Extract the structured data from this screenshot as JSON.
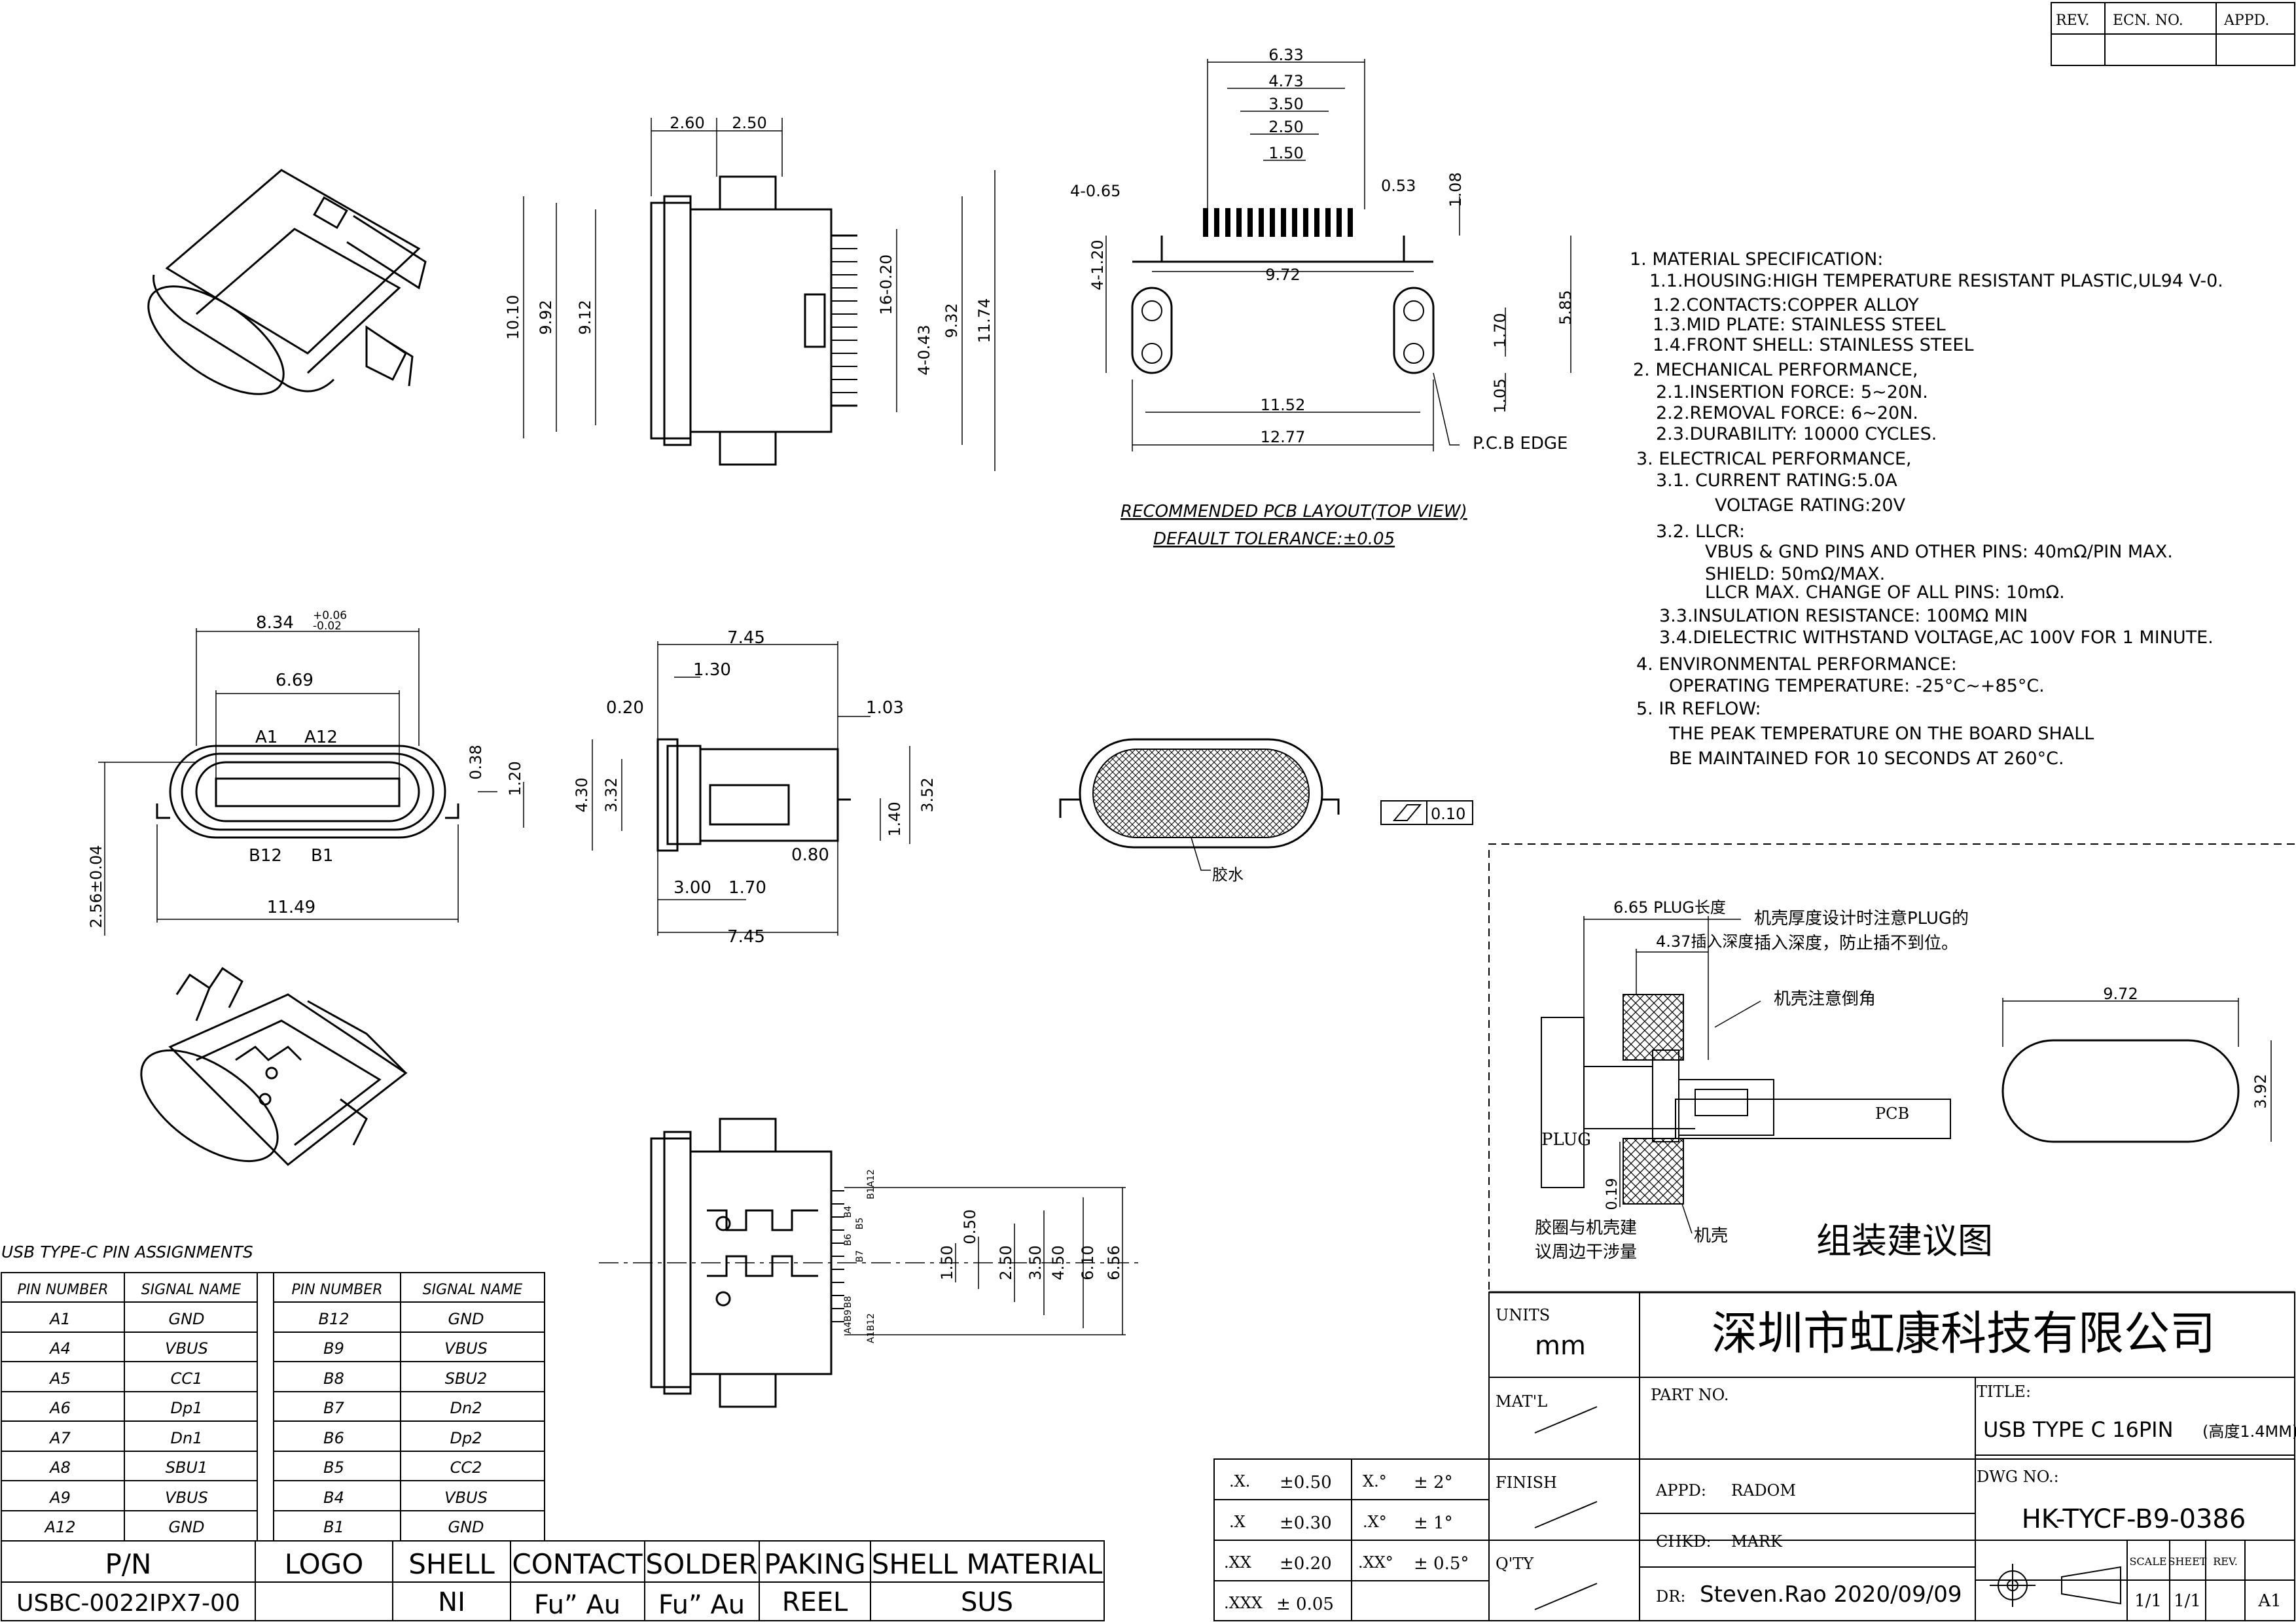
{
  "revision_block": {
    "rev": "REV.",
    "ecn": "ECN. NO.",
    "appd": "APPD."
  },
  "top_view": {
    "dims": [
      "2.60",
      "2.50",
      "10.10",
      "9.92",
      "9.12",
      "16-0.20",
      "4-0.43",
      "9.32",
      "11.74"
    ]
  },
  "pcb_layout": {
    "dims": [
      "6.33",
      "4.73",
      "3.50",
      "2.50",
      "1.50",
      "4-0.65",
      "0.53",
      "1.08",
      "4-1.20",
      "9.72",
      "5.85",
      "1.70",
      "1.05",
      "11.52",
      "12.77"
    ],
    "pcb_edge": "P.C.B EDGE",
    "caption": "RECOMMENDED PCB LAYOUT(TOP VIEW)",
    "tolerance": "DEFAULT TOLERANCE:±0.05"
  },
  "specs": [
    "1. MATERIAL SPECIFICATION:",
    "1.1.HOUSING:HIGH TEMPERATURE RESISTANT PLASTIC,UL94 V-0.",
    "1.2.CONTACTS:COPPER ALLOY",
    "1.3.MID PLATE: STAINLESS STEEL",
    "1.4.FRONT SHELL: STAINLESS STEEL",
    "2. MECHANICAL PERFORMANCE,",
    "2.1.INSERTION FORCE: 5~20N.",
    "2.2.REMOVAL FORCE: 6~20N.",
    "2.3.DURABILITY: 10000 CYCLES.",
    "3. ELECTRICAL PERFORMANCE,",
    "3.1. CURRENT RATING:5.0A",
    "VOLTAGE RATING:20V",
    "3.2. LLCR:",
    "VBUS & GND PINS AND OTHER PINS: 40mΩ/PIN MAX.",
    "SHIELD: 50mΩ/MAX.",
    "LLCR MAX. CHANGE OF ALL PINS: 10mΩ.",
    "3.3.INSULATION RESISTANCE: 100MΩ MIN",
    "3.4.DIELECTRIC WITHSTAND VOLTAGE,AC 100V FOR 1 MINUTE.",
    "4. ENVIRONMENTAL PERFORMANCE:",
    "OPERATING TEMPERATURE: -25°C~+85°C.",
    "5. IR REFLOW:",
    "THE PEAK TEMPERATURE ON THE BOARD SHALL",
    "BE MAINTAINED FOR 10 SECONDS AT 260°C."
  ],
  "front_view": {
    "dims": [
      "8.34",
      "+0.06",
      "-0.02",
      "6.69",
      "A1",
      "A12",
      "B12",
      "B1",
      "0.38",
      "1.20",
      "2.56±0.04",
      "11.49"
    ]
  },
  "side_view": {
    "dims": [
      "7.45",
      "1.30",
      "0.20",
      "1.03",
      "4.30",
      "3.32",
      "3.52",
      "1.40",
      "0.80",
      "3.00",
      "1.70",
      "7.45"
    ]
  },
  "gasket_view": {
    "flatness": "0.10",
    "glue": "胶水"
  },
  "bottom_view": {
    "pins_top": [
      "B1A12",
      "B4",
      "B5",
      "B6",
      "B7",
      "B8"
    ],
    "pins_bottom": [
      "A1B12",
      "A4B9"
    ],
    "dims": [
      "0.50",
      "1.50",
      "2.50",
      "3.50",
      "4.50",
      "6.10",
      "6.56"
    ]
  },
  "assembly": {
    "plug_depth": "6.65 PLUG长度",
    "insert_depth": "4.37插入深度",
    "note1_a": "机壳厚度设计时注意PLUG的",
    "note1_b": "插入深度，防止插不到位。",
    "note2": "机壳注意倒角",
    "plug": "PLUG",
    "pcb": "PCB",
    "dim_019": "0.19",
    "note3_a": "胶圈与机壳建",
    "note3_b": "议周边干涉量",
    "shell": "机壳",
    "title": "组装建议图",
    "dim_972": "9.72",
    "dim_392": "3.92"
  },
  "pin_table": {
    "title": "USB TYPE-C PIN ASSIGNMENTS",
    "headers": [
      "PIN NUMBER",
      "SIGNAL NAME",
      "PIN NUMBER",
      "SIGNAL NAME"
    ],
    "rows": [
      [
        "A1",
        "GND",
        "B12",
        "GND"
      ],
      [
        "A4",
        "VBUS",
        "B9",
        "VBUS"
      ],
      [
        "A5",
        "CC1",
        "B8",
        "SBU2"
      ],
      [
        "A6",
        "Dp1",
        "B7",
        "Dn2"
      ],
      [
        "A7",
        "Dn1",
        "B6",
        "Dp2"
      ],
      [
        "A8",
        "SBU1",
        "B5",
        "CC2"
      ],
      [
        "A9",
        "VBUS",
        "B4",
        "VBUS"
      ],
      [
        "A12",
        "GND",
        "B1",
        "GND"
      ]
    ]
  },
  "bom": {
    "headers": [
      "P/N",
      "LOGO",
      "SHELL",
      "CONTACT",
      "SOLDER",
      "PAKING",
      "SHELL MATERIAL"
    ],
    "values": [
      "USBC-0022IPX7-00",
      "",
      "NI",
      "Fu” Au",
      "Fu” Au",
      "REEL",
      "SUS"
    ]
  },
  "tolerances": [
    [
      ".X.",
      "±0.50",
      "X.°",
      "± 2°"
    ],
    [
      ".X",
      "±0.30",
      ".X°",
      "± 1°"
    ],
    [
      ".XX",
      "±0.20",
      ".XX°",
      "± 0.5°"
    ],
    [
      ".XXX",
      "± 0.05",
      "",
      ""
    ]
  ],
  "title_block": {
    "units_label": "UNITS",
    "units": "mm",
    "company": "深圳市虹康科技有限公司",
    "matl": "MAT'L",
    "part_no": "PART NO.",
    "title_label": "TITLE:",
    "title": "USB TYPE C 16PIN",
    "title_note": "(高度1.4MM)",
    "finish": "FINISH",
    "appd_label": "APPD:",
    "appd": "RADOM",
    "dwg_label": "DWG NO.:",
    "dwg": "HK-TYCF-B9-0386",
    "qty": "Q'TY",
    "chkd_label": "CHKD:",
    "chkd": "MARK",
    "dr_label": "DR:",
    "dr": "Steven.Rao 2020/09/09",
    "scale_label": "SCALE",
    "scale": "1/1",
    "sheet_label": "SHEET",
    "sheet": "1/1",
    "rev_label": "REV.",
    "rev": "A1"
  }
}
